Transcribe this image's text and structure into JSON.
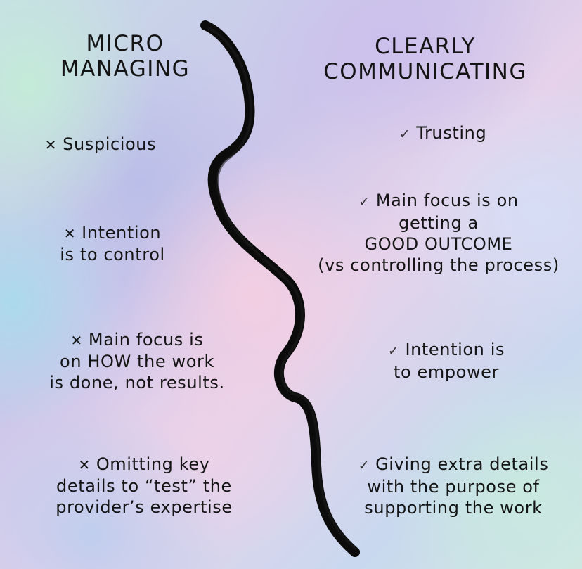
{
  "left_heading": {
    "line1": "MICRO",
    "line2": "MANAGING"
  },
  "right_heading": {
    "line1": "CLEARLY",
    "line2": "COMMUNICATING"
  },
  "marks": {
    "cross": "✕",
    "check": "✓"
  },
  "left_items": [
    {
      "lines": [
        "Suspicious"
      ]
    },
    {
      "lines": [
        "Intention",
        "is to control"
      ]
    },
    {
      "lines": [
        "Main focus is",
        "on HOW the work",
        "is done, not results."
      ]
    },
    {
      "lines": [
        "Omitting key",
        "details to “test” the",
        "provider’s expertise"
      ]
    }
  ],
  "right_items": [
    {
      "lines": [
        "Trusting"
      ]
    },
    {
      "lines": [
        "Main focus is on",
        "getting a",
        "GOOD OUTCOME",
        "(vs controlling the process)"
      ]
    },
    {
      "lines": [
        "Intention is",
        "to empower"
      ]
    },
    {
      "lines": [
        "Giving extra details",
        "with the purpose of",
        "supporting the work"
      ]
    }
  ],
  "colors": {
    "text": "#141414",
    "divider": "#0b0b0b"
  }
}
